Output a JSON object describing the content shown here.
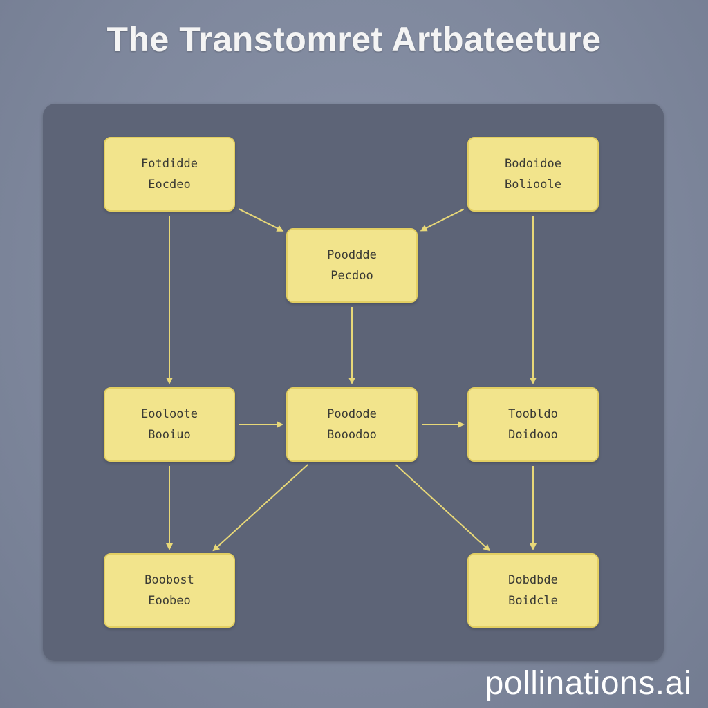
{
  "title": "The Transtomret Artbateeture",
  "colors": {
    "background": "#7f889d",
    "panel": "#5d6477",
    "node_fill": "#f2e48c",
    "node_border": "#e3cf62",
    "edge": "#e8d878"
  },
  "nodes": [
    {
      "id": "top-left",
      "line1": "Fotdidde",
      "line2": "Eocdeo"
    },
    {
      "id": "top-right",
      "line1": "Bodoidoe",
      "line2": "Bolioole"
    },
    {
      "id": "center-top",
      "line1": "Pooddde",
      "line2": "Pecdoo"
    },
    {
      "id": "mid-left",
      "line1": "Eooloote",
      "line2": "Booiuo"
    },
    {
      "id": "mid-center",
      "line1": "Poodode",
      "line2": "Booodoo"
    },
    {
      "id": "mid-right",
      "line1": "Toobldo",
      "line2": "Doidooo"
    },
    {
      "id": "bottom-left",
      "line1": "Boobost",
      "line2": "Eoobeo"
    },
    {
      "id": "bottom-right",
      "line1": "Dobdbde",
      "line2": "Boidcle"
    }
  ],
  "edges": [
    {
      "from": "top-left",
      "to": "center-top"
    },
    {
      "from": "top-right",
      "to": "center-top"
    },
    {
      "from": "top-left",
      "to": "mid-left"
    },
    {
      "from": "top-right",
      "to": "mid-right"
    },
    {
      "from": "center-top",
      "to": "mid-center"
    },
    {
      "from": "mid-left",
      "to": "mid-center"
    },
    {
      "from": "mid-center",
      "to": "mid-right"
    },
    {
      "from": "mid-left",
      "to": "bottom-left"
    },
    {
      "from": "mid-right",
      "to": "bottom-right"
    },
    {
      "from": "mid-center",
      "to": "bottom-left"
    },
    {
      "from": "mid-center",
      "to": "bottom-right"
    }
  ],
  "watermark": "pollinations.ai"
}
